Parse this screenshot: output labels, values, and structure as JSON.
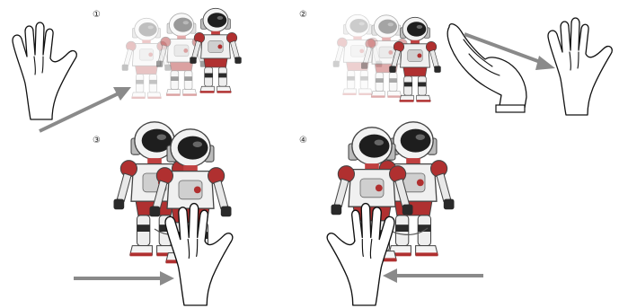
{
  "steps": [
    {
      "label": "①",
      "description": ""
    },
    {
      "label": "②",
      "description": ""
    },
    {
      "label": "③",
      "description": ""
    },
    {
      "label": "④",
      "description": ""
    }
  ],
  "colors": {
    "arrow": "#8a8a8a",
    "robot_white": "#f4f4f4",
    "robot_dark": "#2a2a2a",
    "robot_red": "#b03030",
    "robot_gray": "#b9b9b9"
  }
}
